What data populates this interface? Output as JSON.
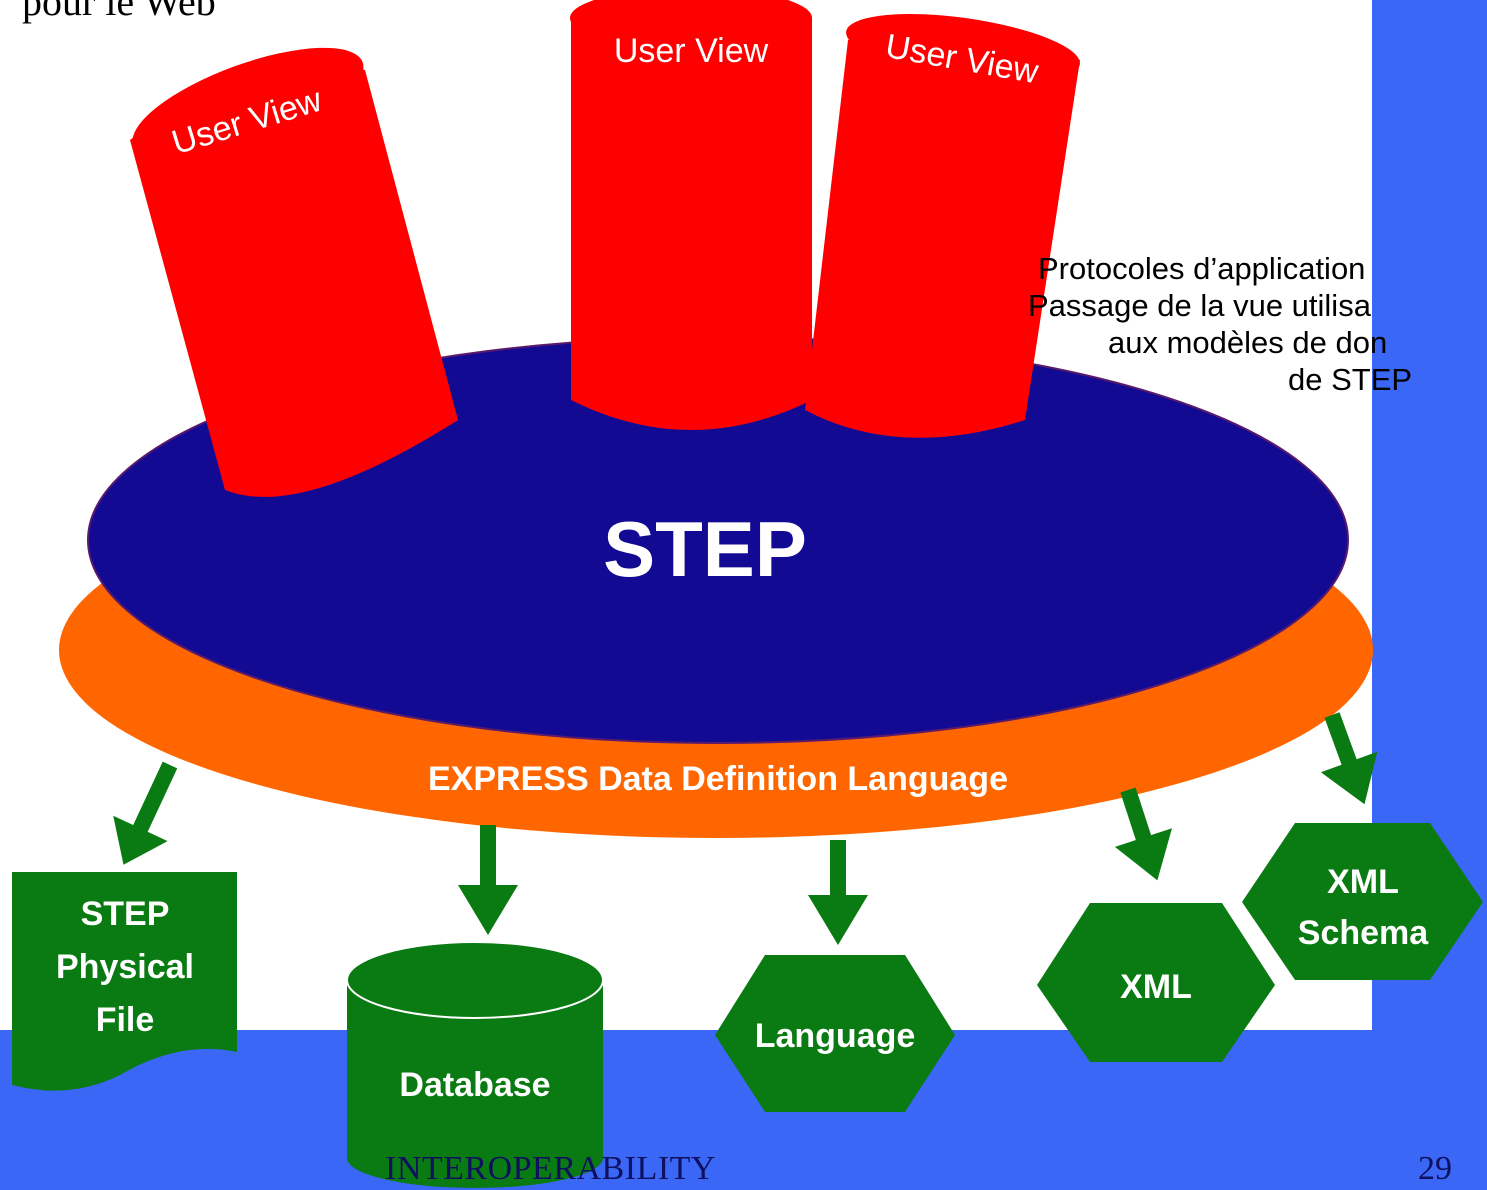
{
  "slide": {
    "top_title": "pour le Web",
    "footer": "INTEROPERABILITY",
    "page_number": "29"
  },
  "diagram": {
    "core_label": "STEP",
    "express_label": "EXPRESS Data Definition Language",
    "user_views": [
      "User View",
      "User View",
      "User View"
    ],
    "protocol_note": [
      "Protocoles d’application",
      "Passage de la vue utilisa",
      "aux modèles de don",
      "de STEP"
    ],
    "outputs": {
      "physical_file": [
        "STEP",
        "Physical",
        "File"
      ],
      "database": "Database",
      "language": "Language",
      "xml": "XML",
      "xml_schema": [
        "XML",
        "Schema"
      ]
    }
  },
  "colors": {
    "background_blue": "#3a67f5",
    "step_disk": "#130a94",
    "express_ring": "#ff6600",
    "user_view_cylinder": "#ff0000",
    "output_shapes": "#0a7a12",
    "arrows": "#0a7a12"
  }
}
